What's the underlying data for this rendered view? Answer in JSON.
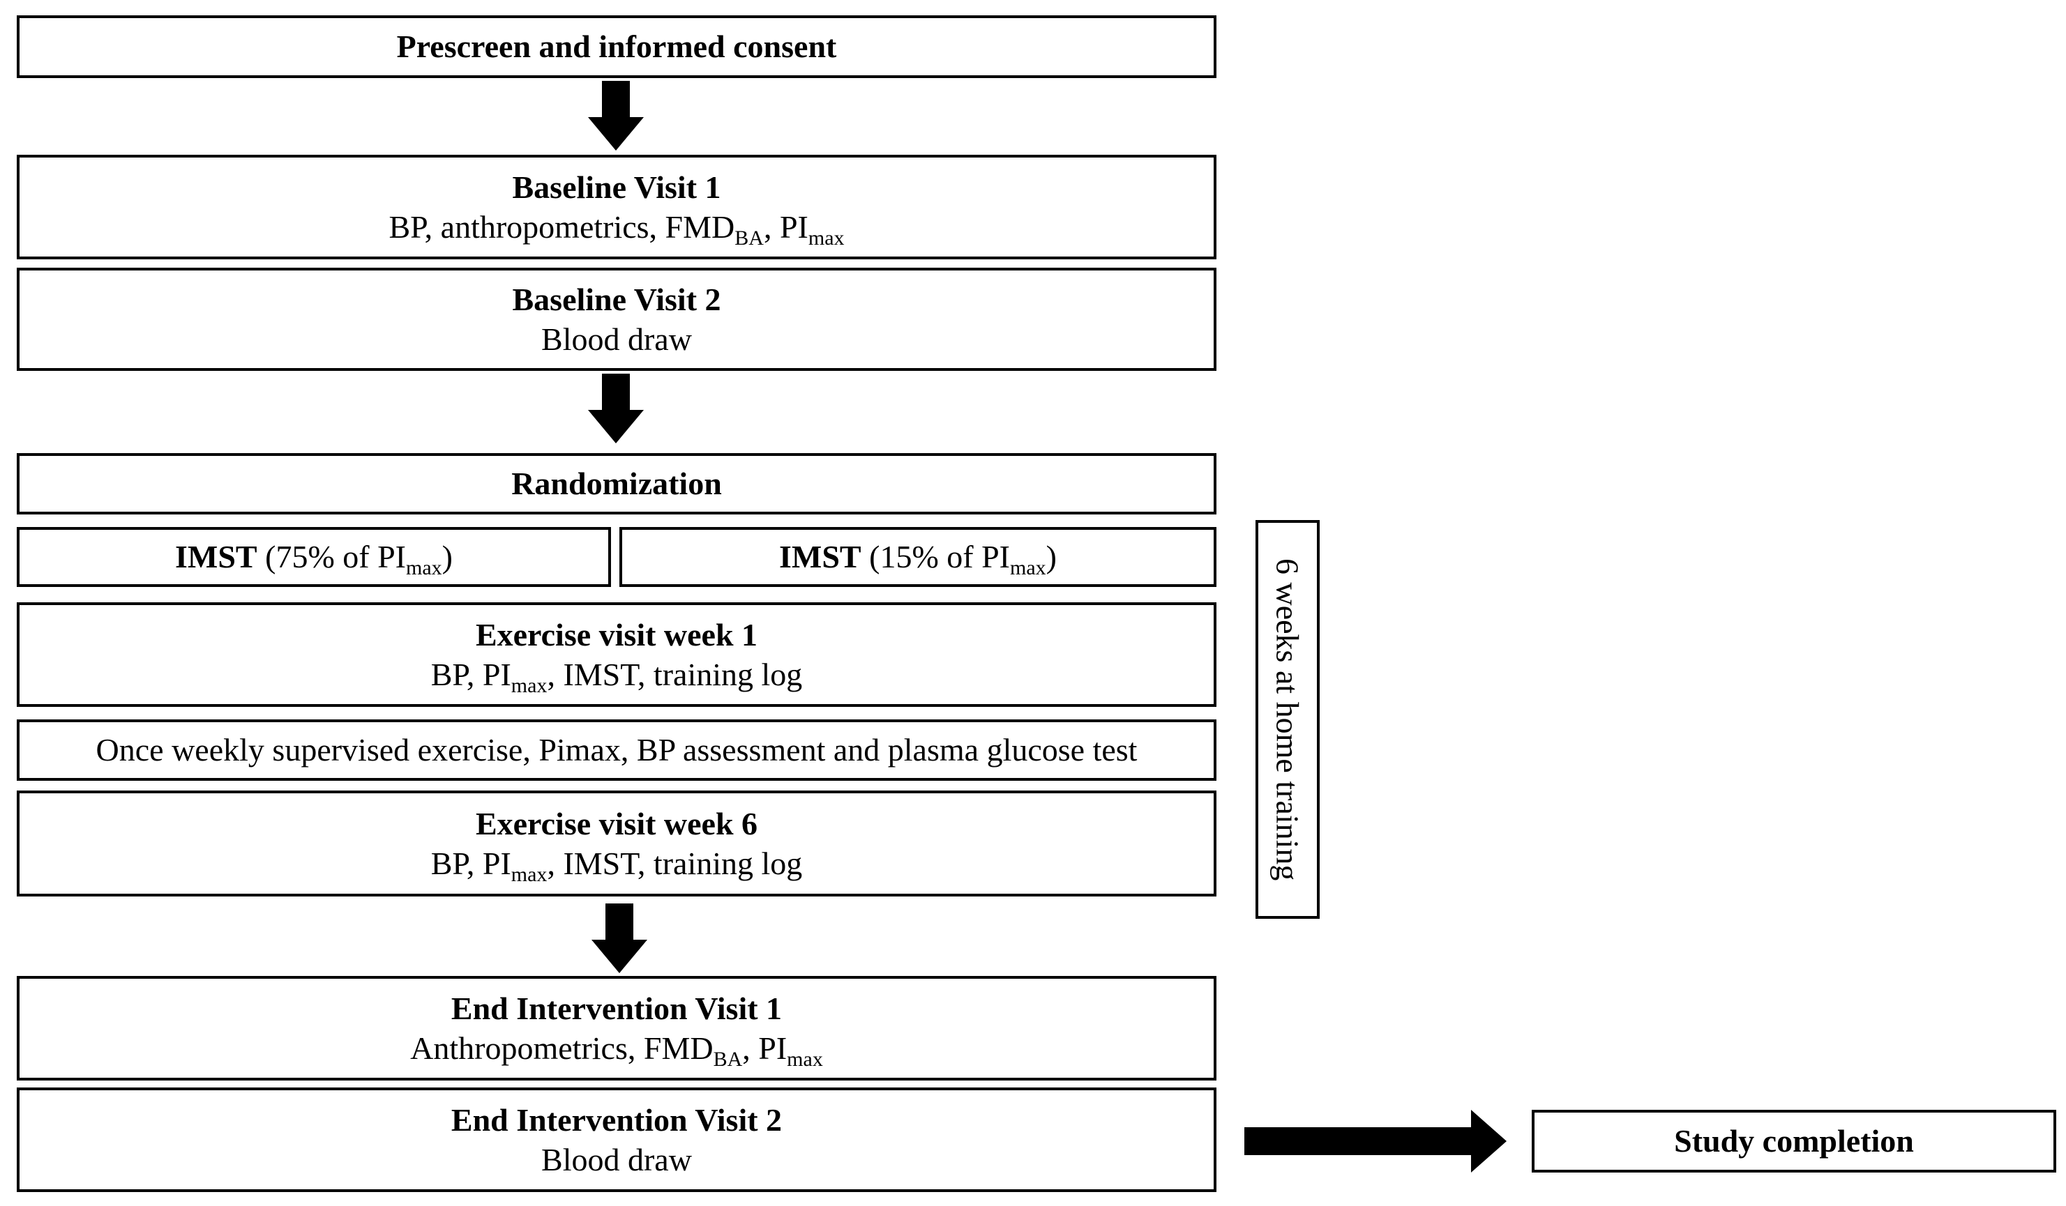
{
  "prescreen": {
    "title": "Prescreen and informed consent"
  },
  "baseline1": {
    "title": "Baseline Visit 1",
    "d1": "BP, anthropometrics, FMD",
    "d1_sub": "BA",
    "d2": ", PI",
    "d2_sub": "max"
  },
  "baseline2": {
    "title": "Baseline Visit 2",
    "detail": "Blood draw"
  },
  "randomization": {
    "title": "Randomization"
  },
  "arm_high": {
    "bold": "IMST",
    "text": " (75% of PI",
    "sub": "max",
    "close": ")"
  },
  "arm_low": {
    "bold": "IMST",
    "text": " (15% of PI",
    "sub": "max",
    "close": ")"
  },
  "week1": {
    "title": "Exercise visit week 1",
    "d1": "BP, PI",
    "d1_sub": "max",
    "d2": ", IMST, training log"
  },
  "weekly": {
    "text": "Once weekly supervised exercise, Pimax, BP assessment and plasma glucose test"
  },
  "week6": {
    "title": "Exercise visit week 6",
    "d1": "BP, PI",
    "d1_sub": "max",
    "d2": ", IMST, training log"
  },
  "end1": {
    "title": "End Intervention Visit 1",
    "d1": "Anthropometrics, FMD",
    "d1_sub": "BA",
    "d2": ", PI",
    "d2_sub": "max"
  },
  "end2": {
    "title": "End Intervention Visit 2",
    "detail": "Blood draw"
  },
  "home_training": {
    "label": "6 weeks at home training"
  },
  "completion": {
    "title": "Study completion"
  }
}
